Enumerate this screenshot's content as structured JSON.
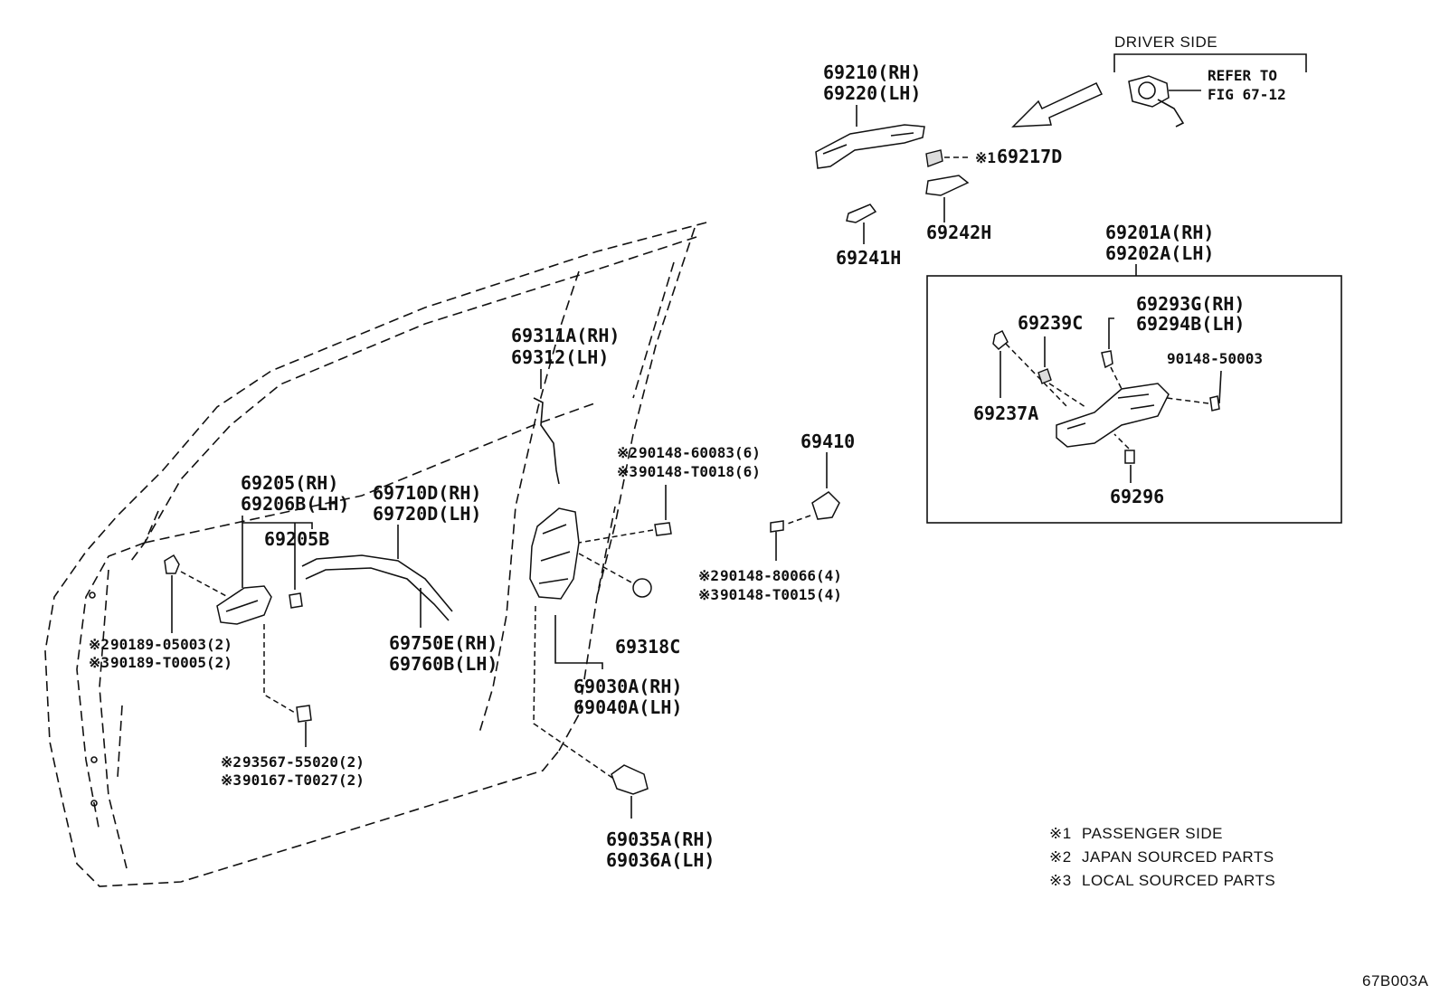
{
  "labels": {
    "driver_side": "DRIVER SIDE",
    "refer_to_1": "REFER TO",
    "refer_to_2": "FIG 67-12",
    "p69210": "69210(RH)",
    "p69220": "69220(LH)",
    "p69217d_mark": "※1",
    "p69217d": "69217D",
    "p69241h": "69241H",
    "p69242h": "69242H",
    "p69201a": "69201A(RH)",
    "p69202a": "69202A(LH)",
    "p69239c": "69239C",
    "p69293g": "69293G(RH)",
    "p69294b": "69294B(LH)",
    "p90148_50003": "90148-50003",
    "p69237a": "69237A",
    "p69296": "69296",
    "p69410": "69410",
    "p69311a": "69311A(RH)",
    "p69312": "69312(LH)",
    "bolt_top_2_mark": "※2",
    "bolt_top_2": "90148-60083(6)",
    "bolt_top_3_mark": "※3",
    "bolt_top_3": "90148-T0018(6)",
    "bolt_mid_2_mark": "※2",
    "bolt_mid_2": "90148-80066(4)",
    "bolt_mid_3_mark": "※3",
    "bolt_mid_3": "90148-T0015(4)",
    "p69205": "69205(RH)",
    "p69206b": "69206B(LH)",
    "p69205b": "69205B",
    "p69710d": "69710D(RH)",
    "p69720d": "69720D(LH)",
    "p69750e": "69750E(RH)",
    "p69760b": "69760B(LH)",
    "p69318c": "69318C",
    "p69030a": "69030A(RH)",
    "p69040a": "69040A(LH)",
    "clip_2_mark": "※2",
    "clip_2": "90189-05003(2)",
    "clip_3_mark": "※3",
    "clip_3": "90189-T0005(2)",
    "screw_2_mark": "※2",
    "screw_2": "93567-55020(2)",
    "screw_3_mark": "※3",
    "screw_3": "90167-T0027(2)",
    "p69035a": "69035A(RH)",
    "p69036a": "69036A(LH)",
    "figure_code": "67B003A"
  },
  "legend": [
    {
      "mark": "※1",
      "text": "PASSENGER SIDE"
    },
    {
      "mark": "※2",
      "text": "JAPAN SOURCED PARTS"
    },
    {
      "mark": "※3",
      "text": "LOCAL SOURCED PARTS"
    }
  ]
}
